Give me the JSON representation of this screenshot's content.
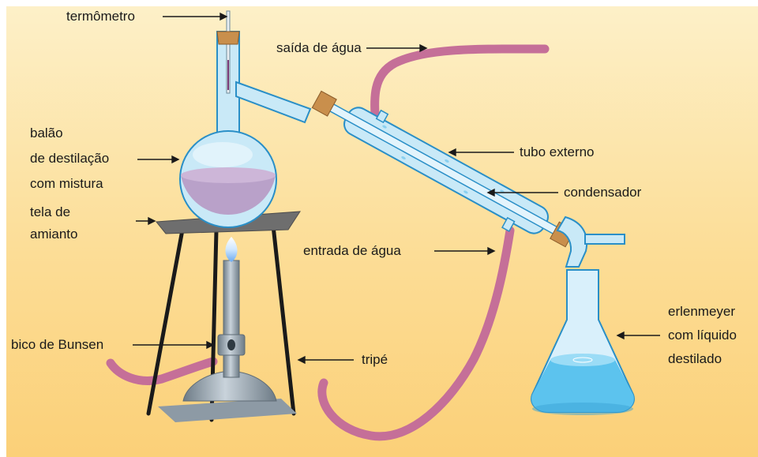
{
  "labels": {
    "termometro": "termômetro",
    "saida_agua": "saída de água",
    "balao_l1": "balão",
    "balao_l2": "de destilação",
    "balao_l3": "com mistura",
    "tubo_externo": "tubo externo",
    "condensador": "condensador",
    "tela_l1": "tela de",
    "tela_l2": "amianto",
    "entrada_agua": "entrada de água",
    "erlen_l1": "erlenmeyer",
    "erlen_l2": "com líquido",
    "erlen_l3": "destilado",
    "bico_bunsen": "bico de Bunsen",
    "tripe": "tripé"
  },
  "colors": {
    "bg_top": "#fce9b8",
    "bg_bottom": "#fbd27d",
    "glass_fill": "#bfe6f6",
    "glass_stroke": "#2a8fc7",
    "liquid_purple": "#b79ac4",
    "hose": "#c56f98",
    "cork": "#c98f4c",
    "metal": "#9aa7b2",
    "flask_liquid": "#5cc3ee"
  }
}
